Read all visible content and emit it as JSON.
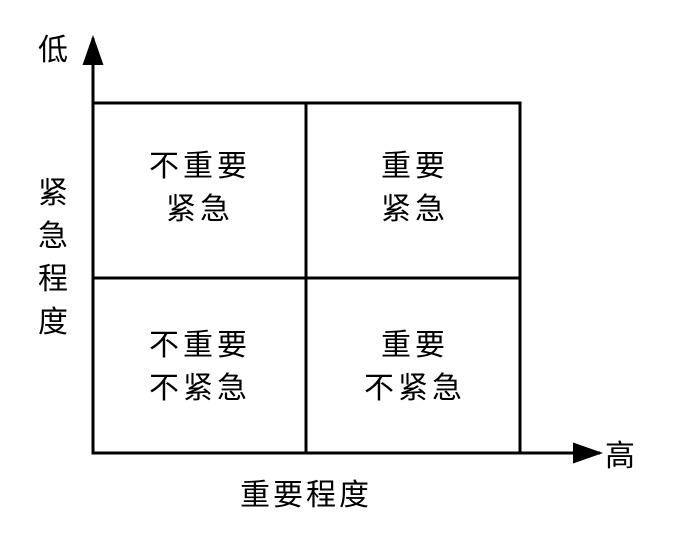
{
  "y_axis": {
    "end_label": "低",
    "title_chars": [
      "紧",
      "急",
      "程",
      "度"
    ]
  },
  "x_axis": {
    "end_label": "高",
    "title": "重要程度"
  },
  "quadrants": [
    {
      "id": "top-left",
      "lines": [
        "不重要",
        "紧急"
      ]
    },
    {
      "id": "top-right",
      "lines": [
        "重要",
        "紧急"
      ]
    },
    {
      "id": "bottom-left",
      "lines": [
        "不重要",
        "不紧急"
      ]
    },
    {
      "id": "bottom-right",
      "lines": [
        "重要",
        "不紧急"
      ]
    }
  ]
}
